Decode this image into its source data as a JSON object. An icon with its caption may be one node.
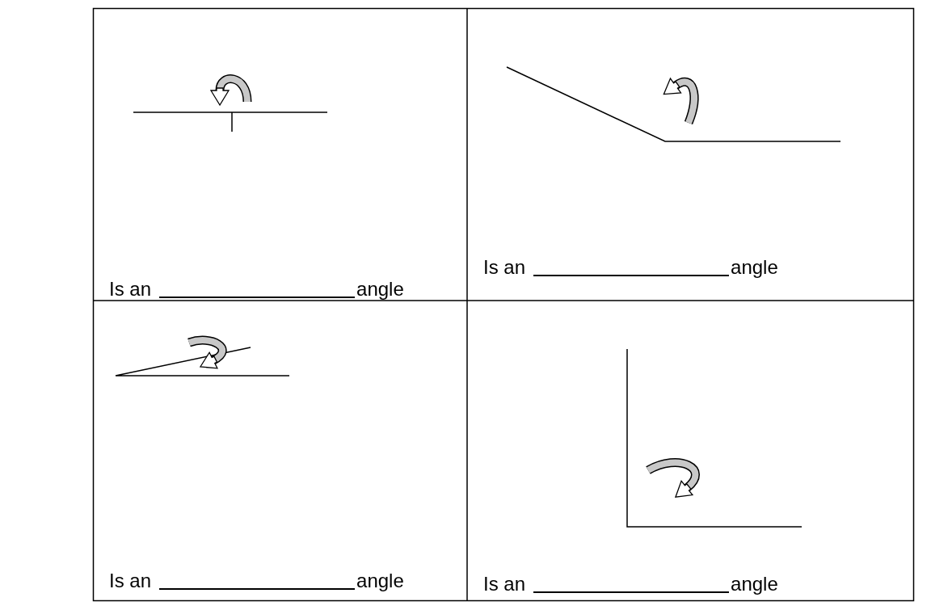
{
  "diagram": {
    "labels": [
      "Is an",
      "angle",
      "Is an",
      "angle",
      "Is an",
      "angle",
      "Is an",
      "angle"
    ]
  }
}
